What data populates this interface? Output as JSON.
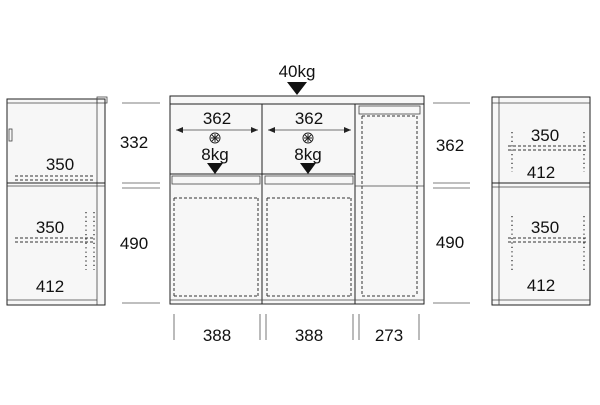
{
  "top_load": {
    "label": "40kg"
  },
  "front": {
    "shelf_widths": [
      "362",
      "362"
    ],
    "shelf_loads": [
      "8kg",
      "8kg"
    ],
    "heights": [
      "332",
      "490"
    ],
    "widths": [
      "388",
      "388",
      "273"
    ]
  },
  "left_side": {
    "widths": [
      "350",
      "350",
      "412"
    ]
  },
  "right_side": {
    "heights": [
      "362",
      "490"
    ],
    "widths": [
      "350",
      "412",
      "350",
      "412"
    ]
  },
  "colors": {
    "line": "#222222",
    "background": "#ffffff"
  }
}
